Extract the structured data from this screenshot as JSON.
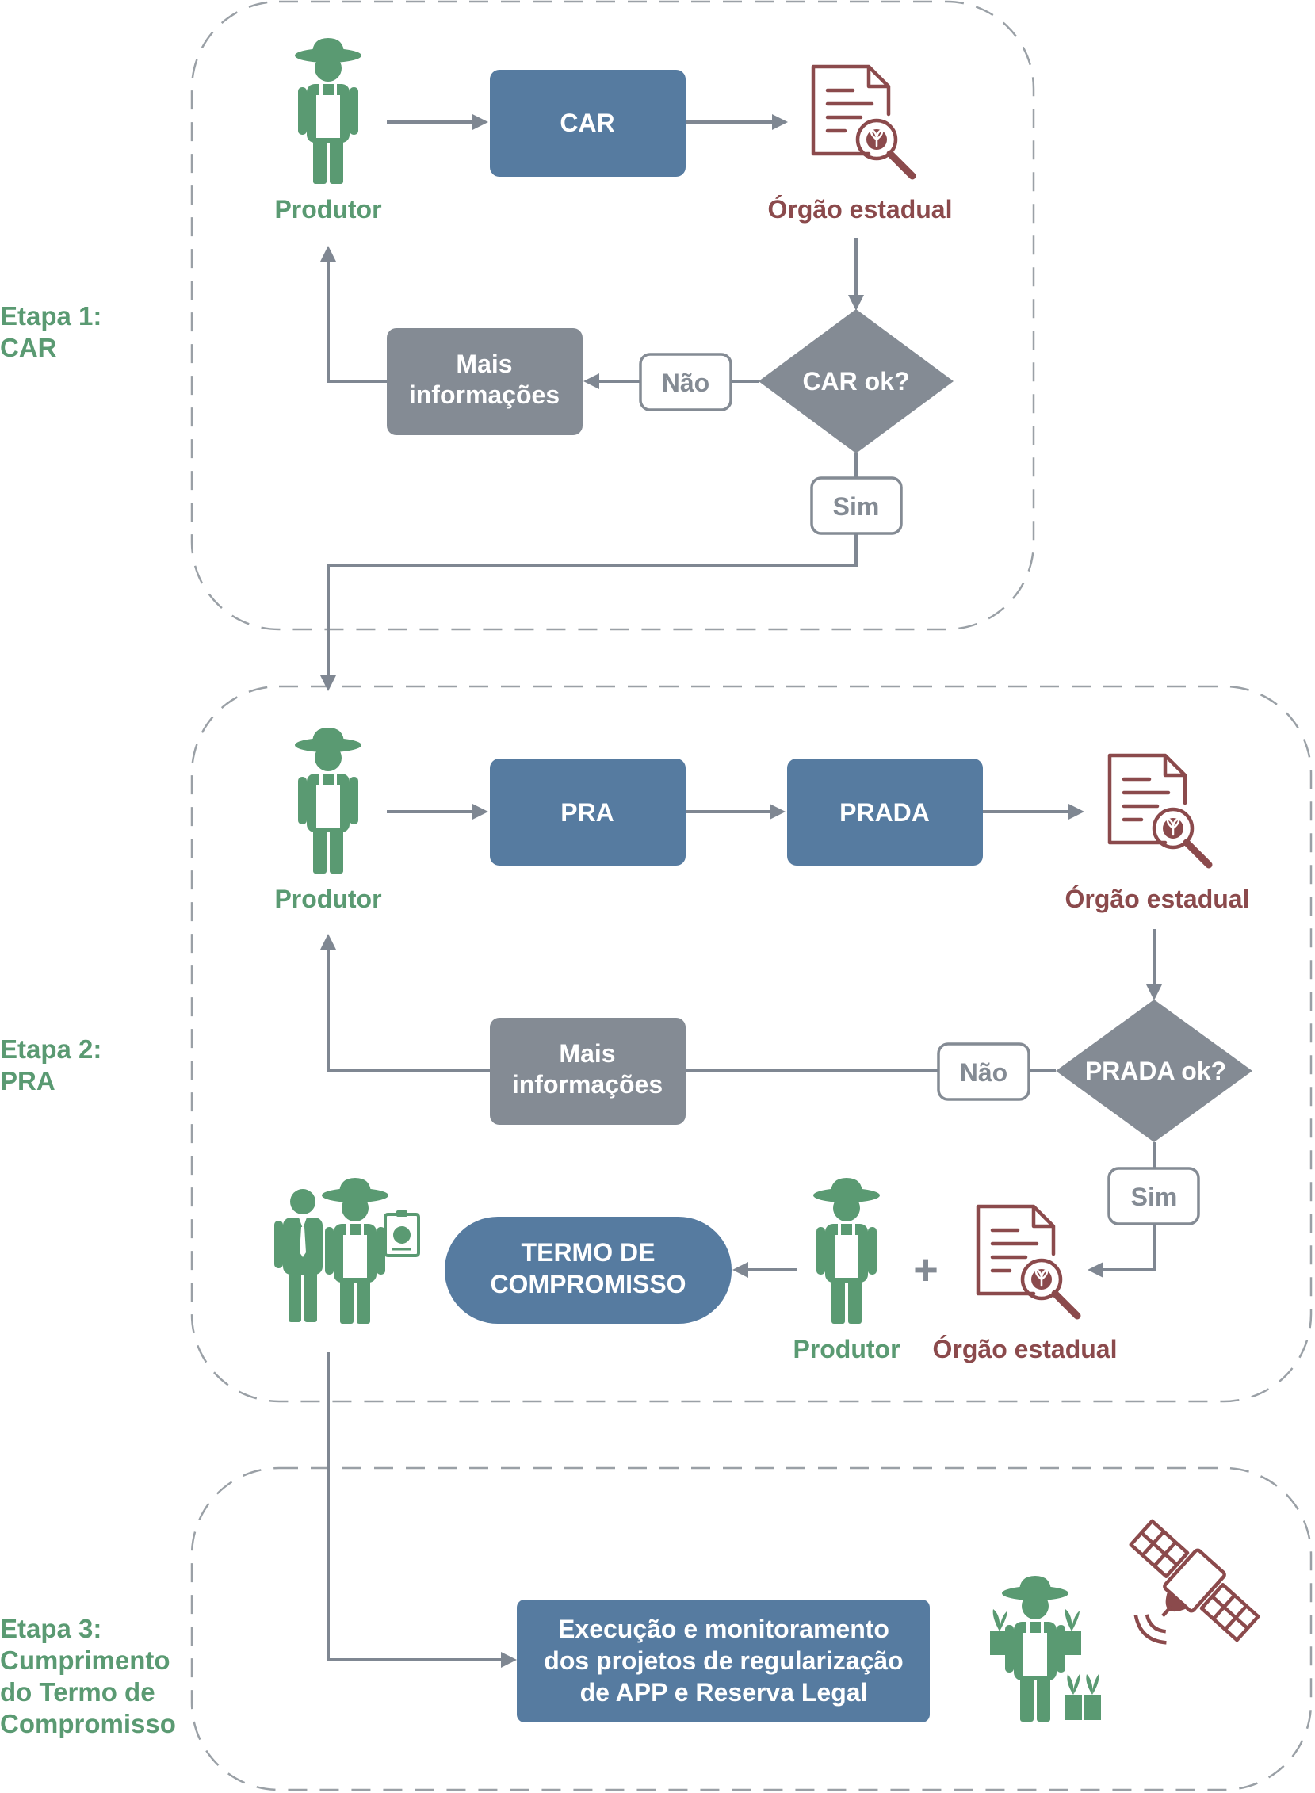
{
  "colors": {
    "blue_box": "#567ba0",
    "gray_box": "#848b94",
    "green": "#5a9a72",
    "maroon": "#8b4a4c",
    "connector": "#7f8792",
    "dash": "#9aa0a6"
  },
  "stages": {
    "s1": {
      "line1": "Etapa 1:",
      "line2": "CAR"
    },
    "s2": {
      "line1": "Etapa 2:",
      "line2": "PRA"
    },
    "s3": {
      "line1": "Etapa 3:",
      "line2": "Cumprimento",
      "line3": "do Termo de",
      "line4": "Compromisso"
    }
  },
  "labels": {
    "produtor": "Produtor",
    "orgao": "Órgão estadual",
    "nao": "Não",
    "sim": "Sim",
    "mais_line1": "Mais",
    "mais_line2": "informações",
    "plus": "+"
  },
  "boxes": {
    "car": "CAR",
    "pra": "PRA",
    "prada": "PRADA",
    "termo_line1": "TERMO DE",
    "termo_line2": "COMPROMISSO",
    "exec_line1": "Execução e monitoramento",
    "exec_line2": "dos projetos de regularização",
    "exec_line3": "de APP e Reserva Legal"
  },
  "decisions": {
    "car_ok": "CAR ok?",
    "prada_ok": "PRADA ok?"
  },
  "icons": {
    "farmer": "farmer-icon",
    "document_search": "document-search-icon",
    "handshake_pair": "official-and-farmer-icon",
    "satellite": "satellite-icon",
    "farmer_plants": "farmer-with-plants-icon"
  }
}
